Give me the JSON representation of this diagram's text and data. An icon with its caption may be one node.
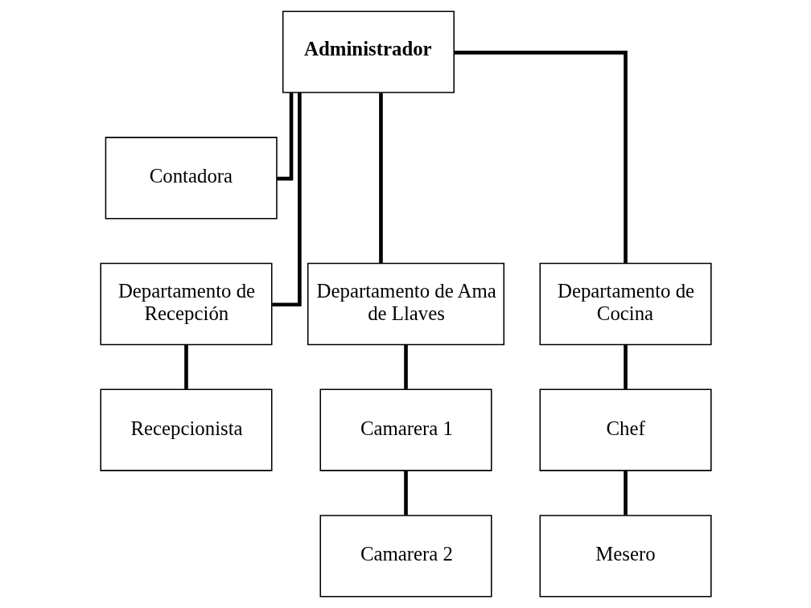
{
  "diagram": {
    "nodes": [
      {
        "text": [
          "Administrador"
        ]
      },
      {
        "text": [
          "Contadora"
        ]
      },
      {
        "text": [
          "Departamento de Recepción"
        ]
      },
      {
        "text": [
          "Departamento de Ama de Llaves"
        ]
      },
      {
        "text": [
          "Departamento de Cocina"
        ]
      },
      {
        "text": [
          "Recepcionista"
        ]
      },
      {
        "text": [
          "Camarera 1"
        ]
      },
      {
        "text": [
          "Chef"
        ]
      },
      {
        "text": [
          "Camarera 2"
        ]
      },
      {
        "text": [
          "Mesero"
        ]
      }
    ],
    "edges": [
      {
        "from": 0,
        "to": 1,
        "arrow": "none"
      },
      {
        "from": 0,
        "to": 2,
        "arrow": "none"
      },
      {
        "from": 0,
        "to": 3,
        "arrow": "none"
      },
      {
        "from": 0,
        "to": 4,
        "arrow": "none"
      },
      {
        "from": 2,
        "to": 5,
        "arrow": "none"
      },
      {
        "from": 3,
        "to": 6,
        "arrow": "none"
      },
      {
        "from": 4,
        "to": 7,
        "arrow": "none"
      },
      {
        "from": 6,
        "to": 8,
        "arrow": "none"
      },
      {
        "from": 7,
        "to": 9,
        "arrow": "none"
      }
    ]
  }
}
